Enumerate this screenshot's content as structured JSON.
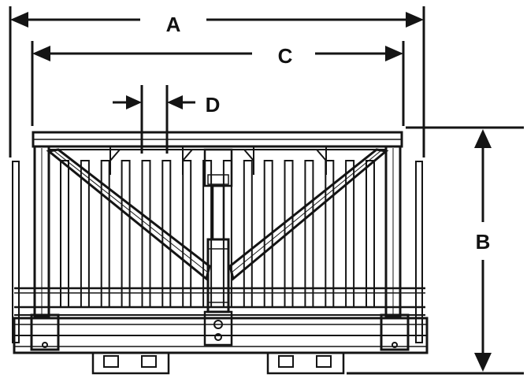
{
  "diagram": {
    "dimensions": [
      {
        "id": "A",
        "label": "A",
        "kind": "overall-width"
      },
      {
        "id": "C",
        "label": "C",
        "kind": "inner-frame-width"
      },
      {
        "id": "D",
        "label": "D",
        "kind": "tine-spacing"
      },
      {
        "id": "B",
        "label": "B",
        "kind": "overall-height"
      }
    ],
    "tine_count": 16,
    "colors": {
      "ink": "#141414",
      "paper": "#ffffff"
    }
  }
}
